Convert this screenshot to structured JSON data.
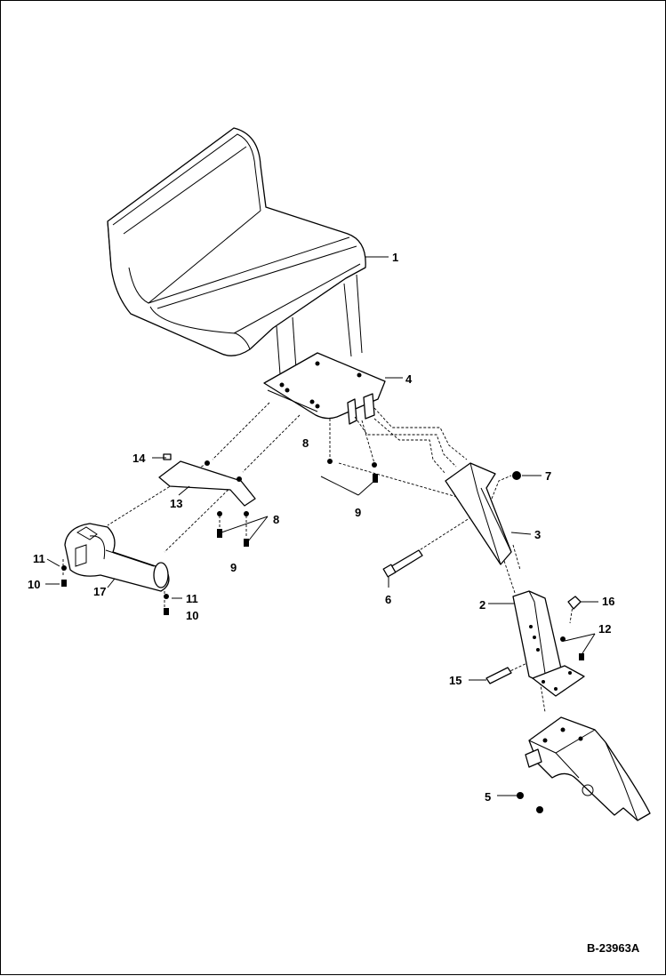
{
  "drawing_ref": "B-23963A",
  "callouts": [
    {
      "id": "1",
      "text": "1"
    },
    {
      "id": "2",
      "text": "2"
    },
    {
      "id": "3",
      "text": "3"
    },
    {
      "id": "4",
      "text": "4"
    },
    {
      "id": "5",
      "text": "5"
    },
    {
      "id": "6",
      "text": "6"
    },
    {
      "id": "7",
      "text": "7"
    },
    {
      "id": "8a",
      "text": "8"
    },
    {
      "id": "8b",
      "text": "8"
    },
    {
      "id": "9a",
      "text": "9"
    },
    {
      "id": "9b",
      "text": "9"
    },
    {
      "id": "10a",
      "text": "10"
    },
    {
      "id": "10b",
      "text": "10"
    },
    {
      "id": "11a",
      "text": "11"
    },
    {
      "id": "11b",
      "text": "11"
    },
    {
      "id": "12",
      "text": "12"
    },
    {
      "id": "13",
      "text": "13"
    },
    {
      "id": "14",
      "text": "14"
    },
    {
      "id": "15",
      "text": "15"
    },
    {
      "id": "16",
      "text": "16"
    },
    {
      "id": "17",
      "text": "17"
    }
  ]
}
